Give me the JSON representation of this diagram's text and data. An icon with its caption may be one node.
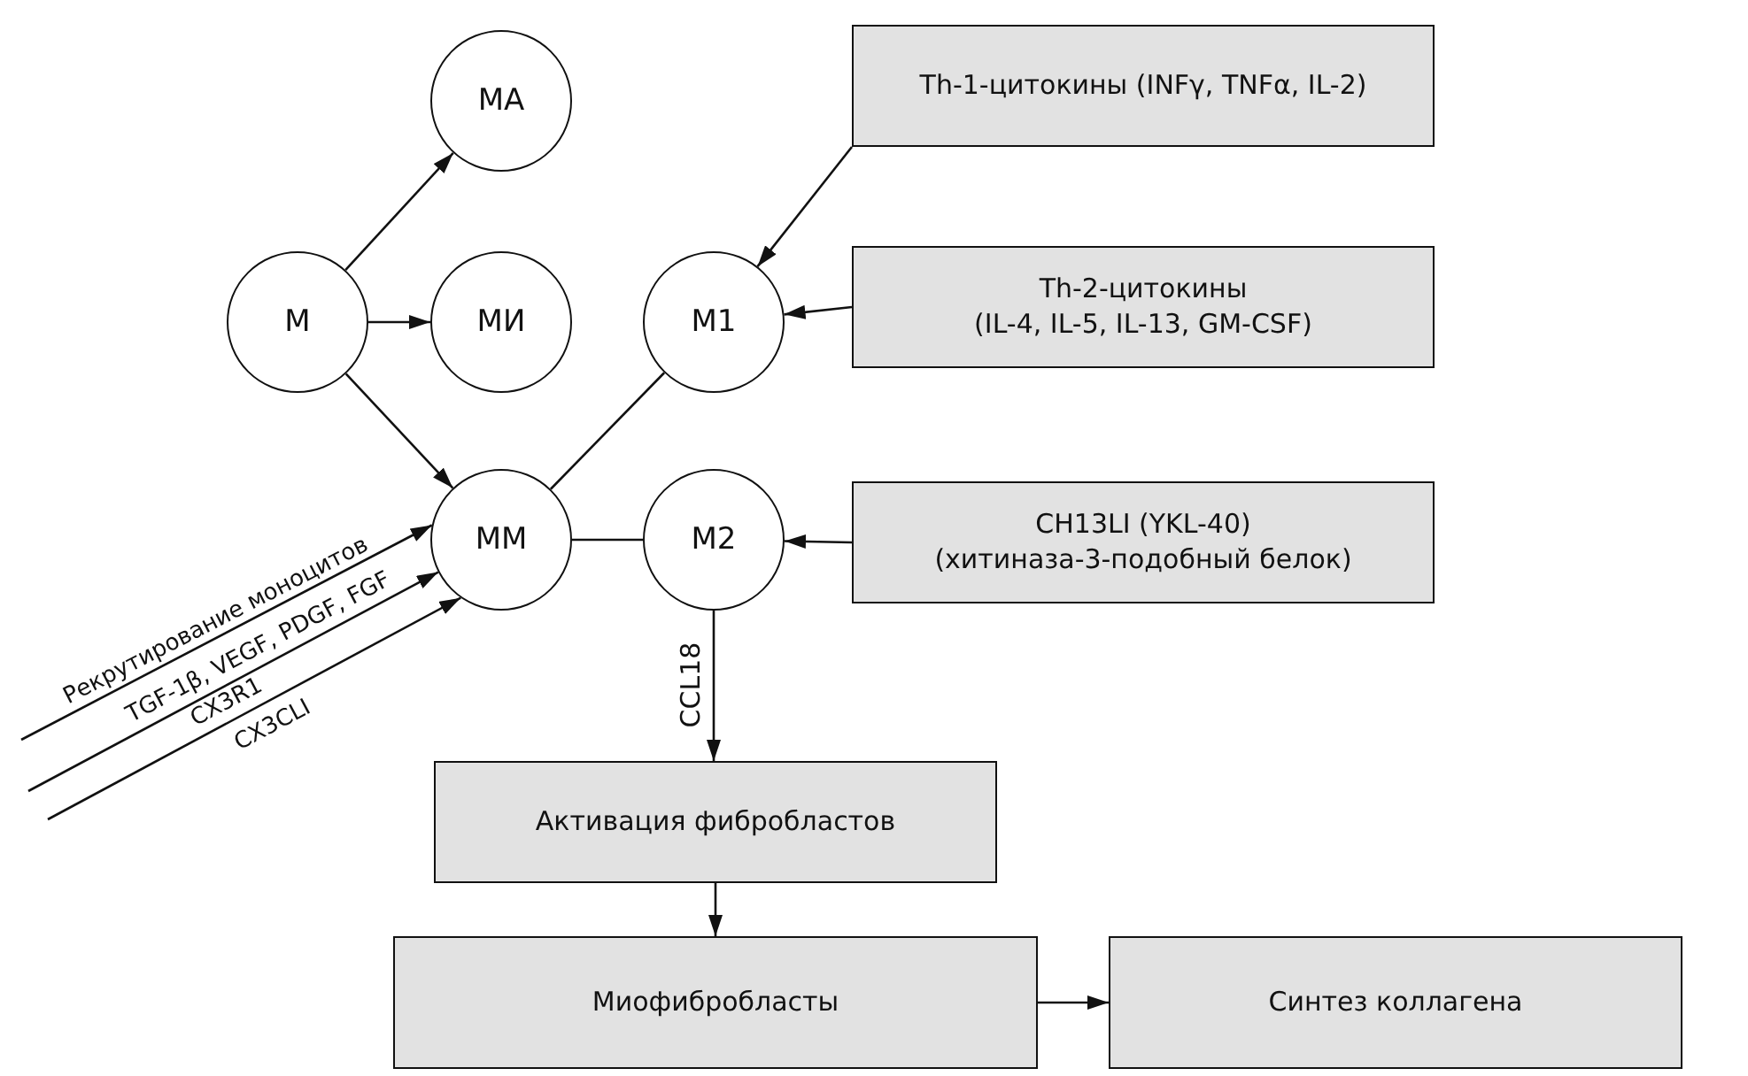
{
  "diagram": {
    "nodes": [
      {
        "text": [
          "МА"
        ]
      },
      {
        "text": [
          "М"
        ]
      },
      {
        "text": [
          "МИ"
        ]
      },
      {
        "text": [
          "М1"
        ]
      },
      {
        "text": [
          "Th-1-цитокины (INFγ, TNFα, IL-2)"
        ]
      },
      {
        "text": [
          "Th-2-цитокины",
          "(IL-4, IL-5, IL-13, GM-CSF)"
        ]
      },
      {
        "text": [
          "ММ"
        ]
      },
      {
        "text": [
          "М2"
        ]
      },
      {
        "text": [
          "CH13LI (YKL-40)",
          "(хитиназа-3-подобный белок)"
        ]
      },
      {
        "text": [
          "Активация фибробластов"
        ]
      },
      {
        "text": [
          "Миофибробласты"
        ]
      },
      {
        "text": [
          "Синтез коллагена"
        ]
      }
    ],
    "edges": [
      {
        "from": 1,
        "to": 0,
        "arrow": "to"
      },
      {
        "from": 1,
        "to": 2,
        "arrow": "to"
      },
      {
        "from": 1,
        "to": 6,
        "arrow": "to"
      },
      {
        "from": 4,
        "to": 3,
        "arrow": "to"
      },
      {
        "from": 5,
        "to": 3,
        "arrow": "to"
      },
      {
        "from": 6,
        "to": 3,
        "arrow": "none"
      },
      {
        "from": 6,
        "to": 7,
        "arrow": "none"
      },
      {
        "from": 8,
        "to": 7,
        "arrow": "to"
      },
      {
        "from": 7,
        "to": 9,
        "arrow": "to",
        "label": "CCL18"
      },
      {
        "from": 9,
        "to": 10,
        "arrow": "to"
      },
      {
        "from": 10,
        "to": 11,
        "arrow": "to"
      },
      {
        "from": null,
        "to": 6,
        "arrow": "to",
        "label": "Рекрутирование моноцитов"
      },
      {
        "from": null,
        "to": 6,
        "arrow": "to",
        "label": "TGF-1β, VEGF, PDGF, FGF"
      },
      {
        "from": null,
        "to": 6,
        "arrow": "to",
        "label": "CX3R1"
      }
    ],
    "labels": [
      "CX3CLI"
    ]
  }
}
